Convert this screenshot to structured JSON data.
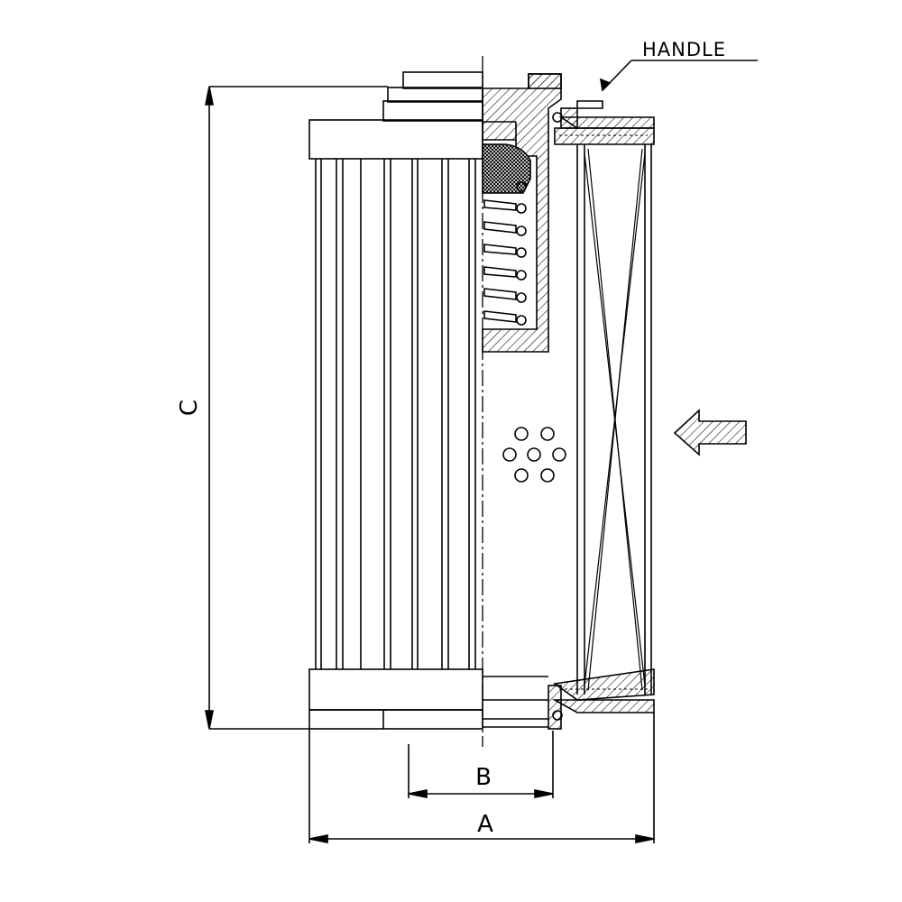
{
  "labels": {
    "handle": "HANDLE",
    "dim_a": "A",
    "dim_b": "B",
    "dim_c": "C"
  },
  "colors": {
    "line": "#000000",
    "background": "#ffffff"
  }
}
